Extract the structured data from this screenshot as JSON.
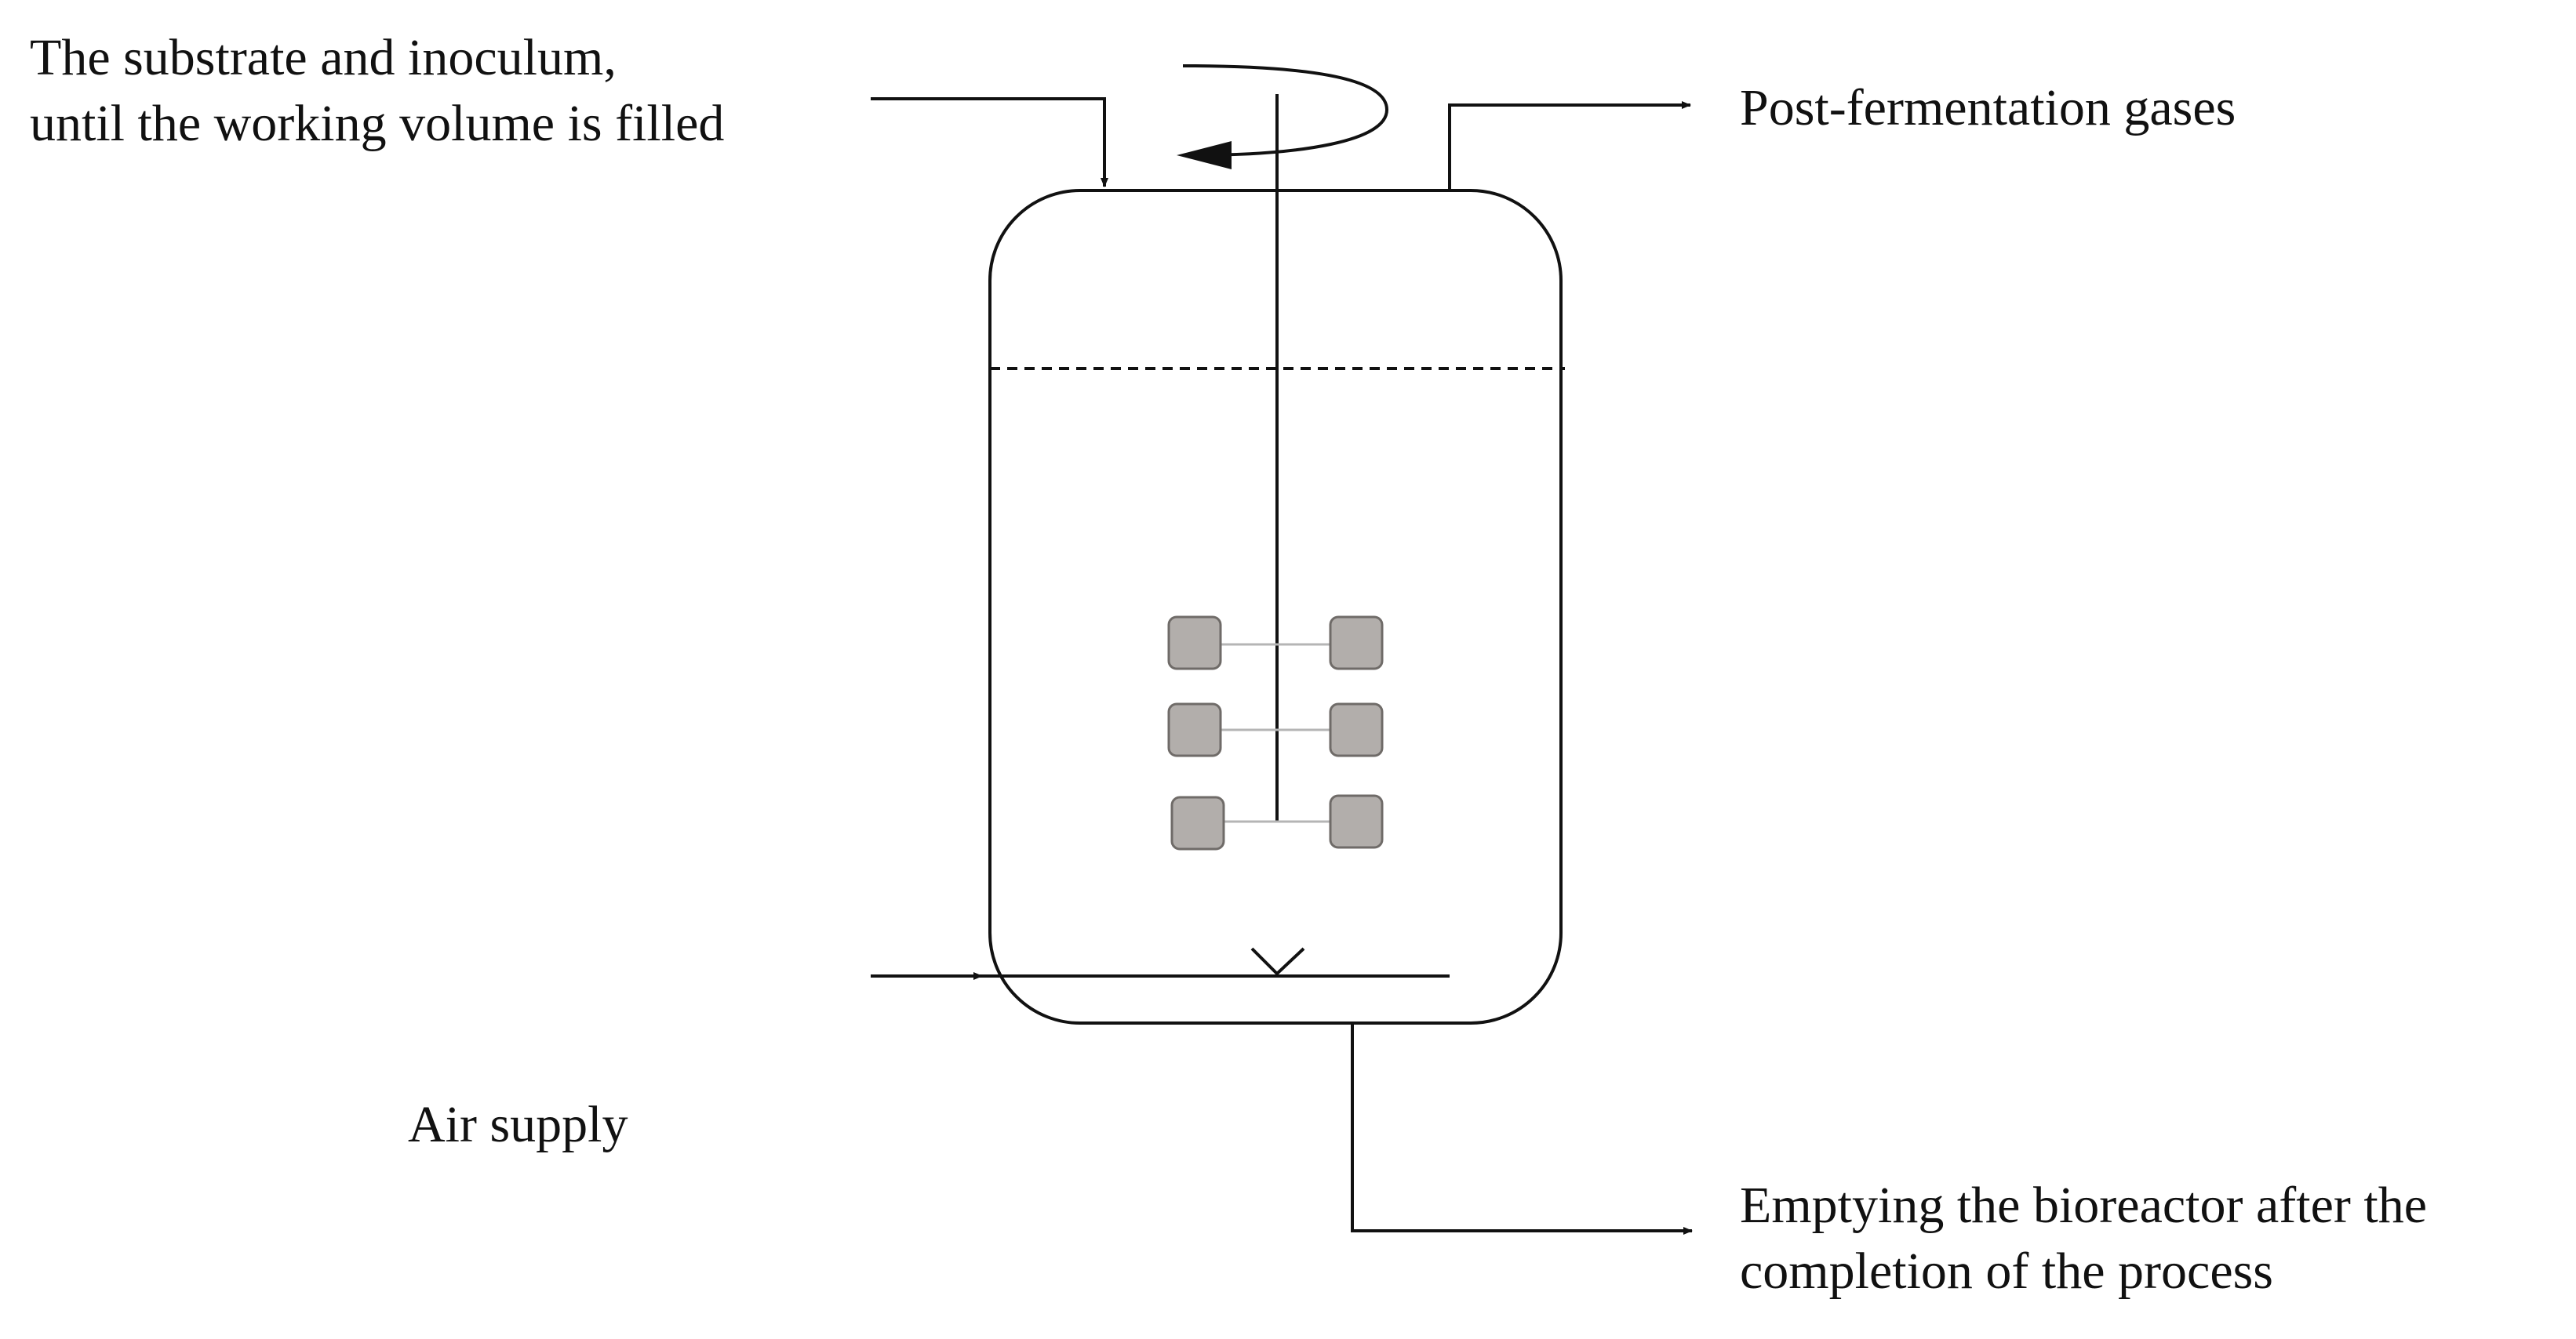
{
  "labels": {
    "input_line1": "The substrate and inoculum,",
    "input_line2": "until the working volume is filled",
    "gases": "Post-fermentation gases",
    "air": "Air supply",
    "empty_line1": "Emptying the bioreactor after the",
    "empty_line2": "completion of the process"
  },
  "colors": {
    "line": "#111111",
    "paddle_fill": "#b2aeab",
    "paddle_stroke": "#6f6b68",
    "shaft_link": "#b5b5b5"
  }
}
